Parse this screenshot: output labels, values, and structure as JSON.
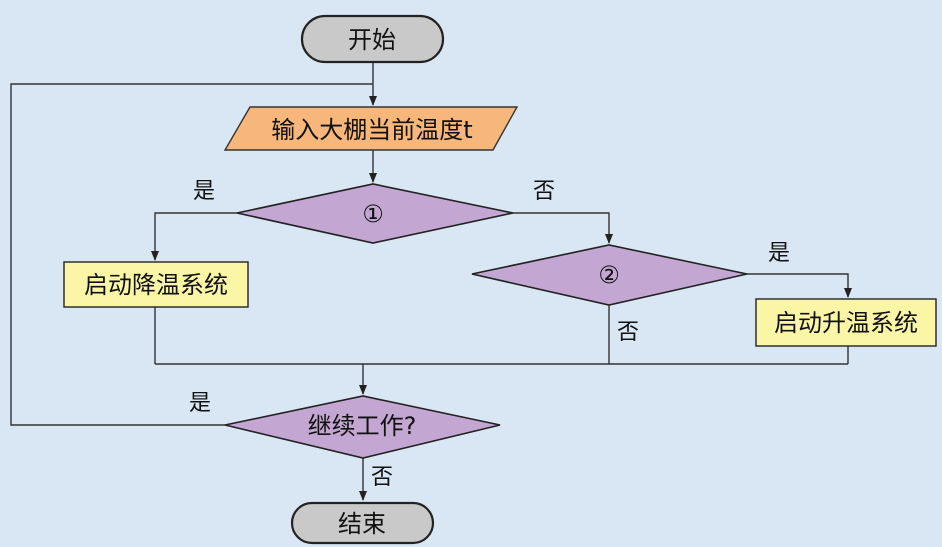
{
  "flowchart": {
    "start": "开始",
    "input": "输入大棚当前温度t",
    "decision1": "①",
    "decision2": "②",
    "process_cool": "启动降温系统",
    "process_heat": "启动升温系统",
    "decision3": "继续工作?",
    "end": "结束",
    "labels": {
      "d1_yes": "是",
      "d1_no": "否",
      "d2_yes": "是",
      "d2_no": "否",
      "d3_yes": "是",
      "d3_no": "否"
    }
  },
  "colors": {
    "background": "#d9e7f4",
    "terminal_fill": "#c9c9c9",
    "input_fill": "#f7b77a",
    "decision_fill": "#c3a6d2",
    "process_fill": "#fbf6a6"
  }
}
